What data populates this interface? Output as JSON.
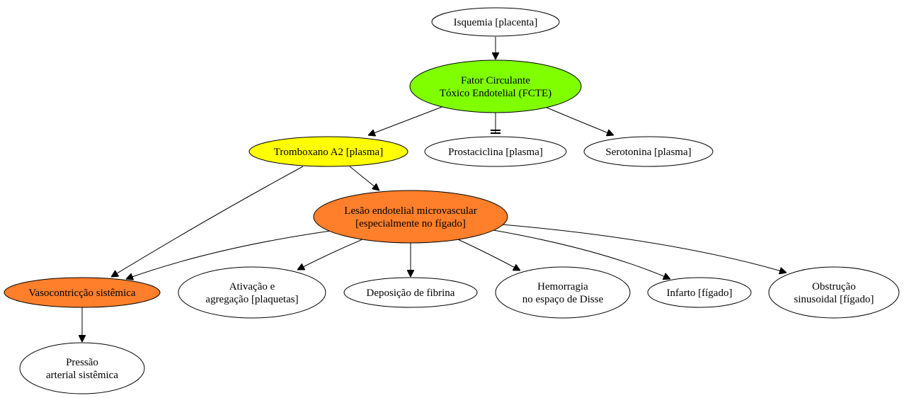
{
  "diagram": {
    "nodes": {
      "isquemia": {
        "lines": [
          "Isquemia [placenta]"
        ],
        "fill": "#ffffff"
      },
      "fcte": {
        "lines": [
          "Fator Circulante",
          "Tóxico Endotelial (FCTE)"
        ],
        "fill": "#7fff00"
      },
      "tromboxano": {
        "lines": [
          "Tromboxano A2 [plasma]"
        ],
        "fill": "#ffff00"
      },
      "prostaciclina": {
        "lines": [
          "Prostaciclina [plasma]"
        ],
        "fill": "#ffffff"
      },
      "serotonina": {
        "lines": [
          "Serotonina [plasma]"
        ],
        "fill": "#ffffff"
      },
      "lesao": {
        "lines": [
          "Lesão endotelial microvascular",
          "[especialmente no fígado]"
        ],
        "fill": "#ff7f2a"
      },
      "vasocontricao": {
        "lines": [
          "Vasocontricção sistêmica"
        ],
        "fill": "#ff7f2a"
      },
      "ativacao": {
        "lines": [
          "Ativação e",
          "agregação [plaquetas]"
        ],
        "fill": "#ffffff"
      },
      "deposicao": {
        "lines": [
          "Deposição de fibrina"
        ],
        "fill": "#ffffff"
      },
      "hemorragia": {
        "lines": [
          "Hemorragia",
          "no espaço de Disse"
        ],
        "fill": "#ffffff"
      },
      "infarto": {
        "lines": [
          "Infarto [fígado]"
        ],
        "fill": "#ffffff"
      },
      "obstrucao": {
        "lines": [
          "Obstrução",
          "sinusoidal [fígado]"
        ],
        "fill": "#ffffff"
      },
      "pressao": {
        "lines": [
          "Pressão",
          "arterial sistêmica"
        ],
        "fill": "#ffffff"
      }
    },
    "edges": [
      {
        "from": "isquemia",
        "to": "fcte",
        "kind": "arrow"
      },
      {
        "from": "fcte",
        "to": "tromboxano",
        "kind": "arrow"
      },
      {
        "from": "fcte",
        "to": "prostaciclina",
        "kind": "inhibit"
      },
      {
        "from": "fcte",
        "to": "serotonina",
        "kind": "arrow"
      },
      {
        "from": "tromboxano",
        "to": "lesao",
        "kind": "arrow"
      },
      {
        "from": "tromboxano",
        "to": "vasocontricao",
        "kind": "arrow"
      },
      {
        "from": "lesao",
        "to": "vasocontricao",
        "kind": "arrow"
      },
      {
        "from": "lesao",
        "to": "ativacao",
        "kind": "arrow"
      },
      {
        "from": "lesao",
        "to": "deposicao",
        "kind": "arrow"
      },
      {
        "from": "lesao",
        "to": "hemorragia",
        "kind": "arrow"
      },
      {
        "from": "lesao",
        "to": "infarto",
        "kind": "arrow"
      },
      {
        "from": "lesao",
        "to": "obstrucao",
        "kind": "arrow"
      },
      {
        "from": "vasocontricao",
        "to": "pressao",
        "kind": "arrow"
      }
    ]
  }
}
